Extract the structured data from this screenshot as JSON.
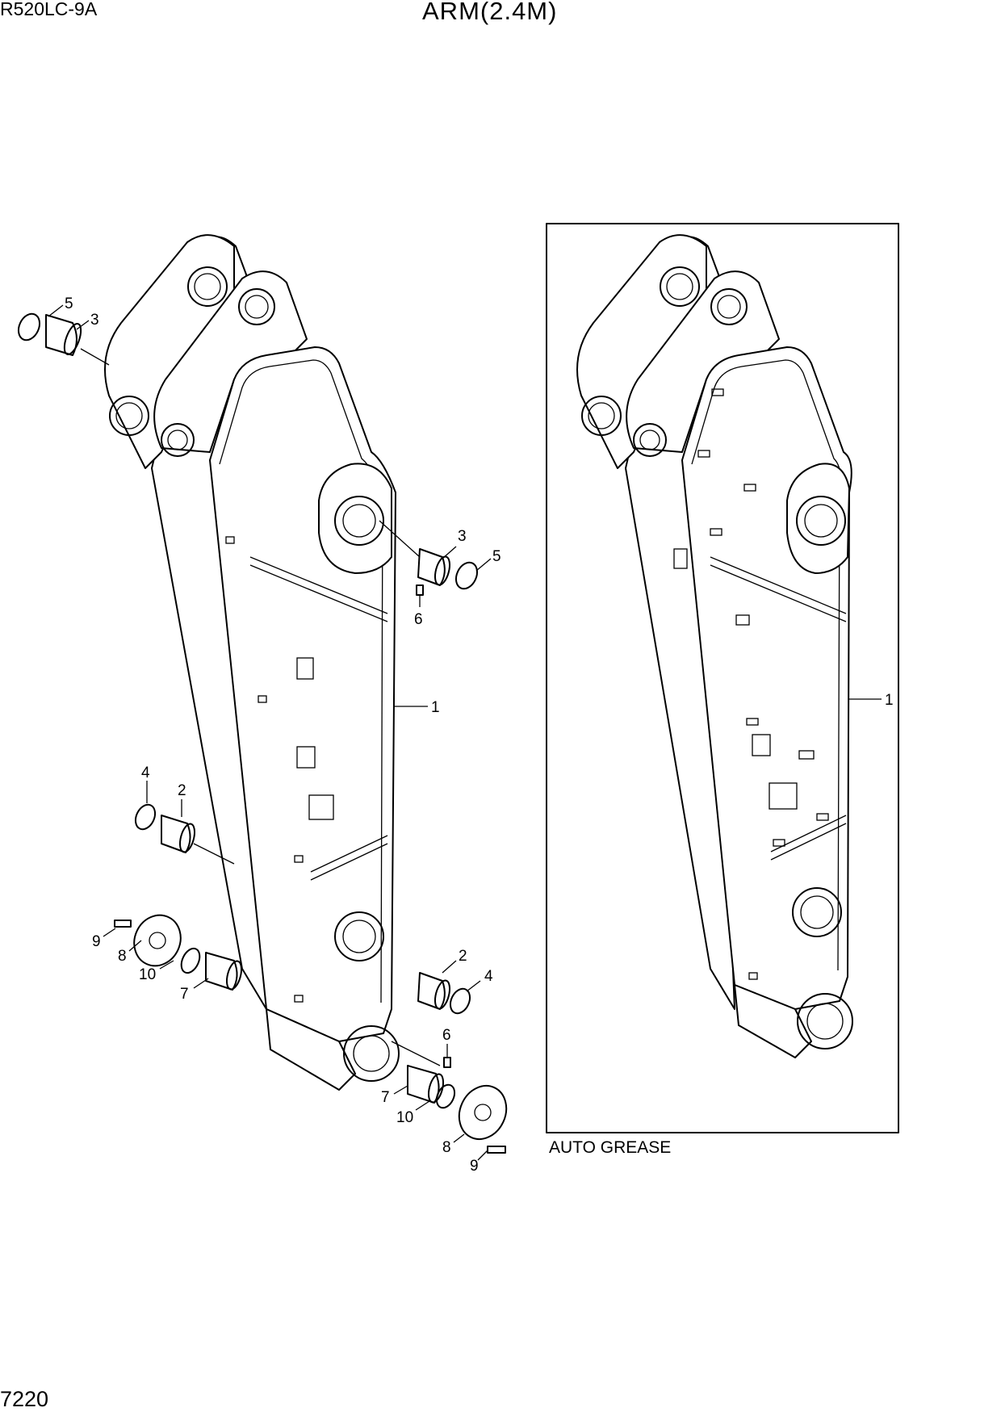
{
  "header": {
    "model": "R520LC-9A",
    "title": "ARM(2.4M)"
  },
  "footer": {
    "page_number": "7220"
  },
  "auto_grease_panel": {
    "caption": "AUTO GREASE"
  },
  "callouts": {
    "left": [
      "5",
      "3",
      "3",
      "5",
      "6",
      "1",
      "4",
      "2",
      "9",
      "8",
      "10",
      "7",
      "2",
      "4",
      "6",
      "7",
      "10",
      "8",
      "9"
    ],
    "right": [
      "1"
    ]
  }
}
